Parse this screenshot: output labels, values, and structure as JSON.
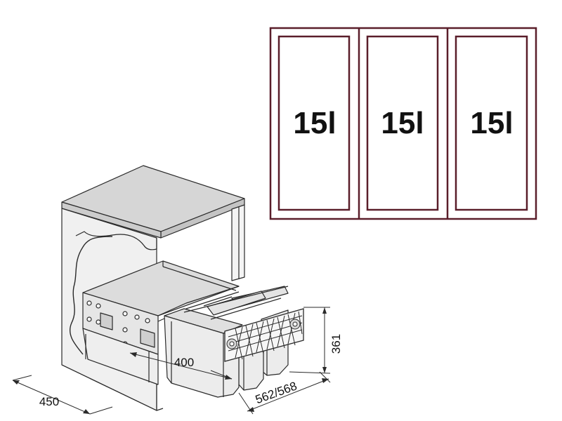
{
  "plan_view": {
    "bins": [
      {
        "capacity": "15l"
      },
      {
        "capacity": "15l"
      },
      {
        "capacity": "15l"
      }
    ]
  },
  "dimensions": {
    "cabinet_depth": "450",
    "inner_width": "400",
    "drawer_length": "562/568",
    "height": "361"
  },
  "colors": {
    "line": "#2a2a2a",
    "plan_frame": "#5a1e2a",
    "cabinet_top": "#d6d6d6",
    "cabinet_side": "#e9e9e9",
    "bin_fill": "#ececec"
  }
}
